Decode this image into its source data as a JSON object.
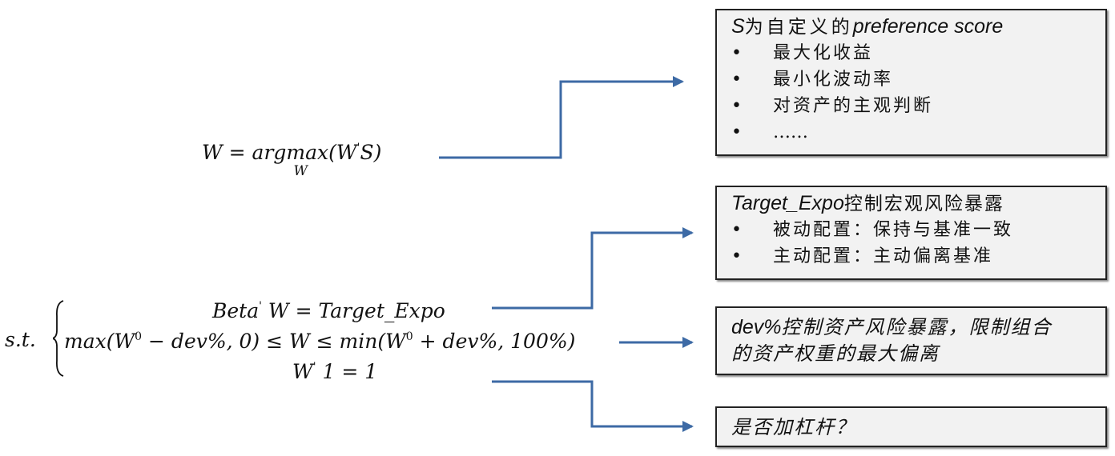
{
  "objective": {
    "lhs": "W =",
    "func": "argmax",
    "subscript": "W",
    "arg_open": "(W",
    "prime": "'",
    "arg_close": "S)"
  },
  "constraints": {
    "st_label": "s.t.",
    "line1": {
      "left": "Beta",
      "prime": "'",
      "right": " W = Target_Expo"
    },
    "line2": {
      "a": "max(W",
      "sup1": "0",
      "b": " − dev%, 0) ≤ W  ≤ min(W",
      "sup2": "0",
      "c": " + dev%, 100%)"
    },
    "line3": {
      "left": "W",
      "prime": "'",
      "right": " 1 = 1"
    }
  },
  "boxes": {
    "preference": {
      "title_var": "S",
      "title_cjk1": "为自定义的",
      "title_en": "preference score",
      "bullets": [
        "最大化收益",
        "最小化波动率",
        "对资产的主观判断",
        "……"
      ]
    },
    "target_expo": {
      "title_var": "Target_Expo",
      "title_cjk": "控制宏观风险暴露",
      "bullets": [
        "被动配置：保持与基准一致",
        "主动配置：主动偏离基准"
      ]
    },
    "dev": {
      "title_var": "dev%",
      "line1": "控制资产风险暴露，限制组合",
      "line2": "的资产权重的最大偏离"
    },
    "leverage": {
      "text": "是否加杠杆？"
    }
  },
  "colors": {
    "arrow": "#3d6aa5",
    "box_fill": "#f2f2f2",
    "box_border": "#222222"
  }
}
